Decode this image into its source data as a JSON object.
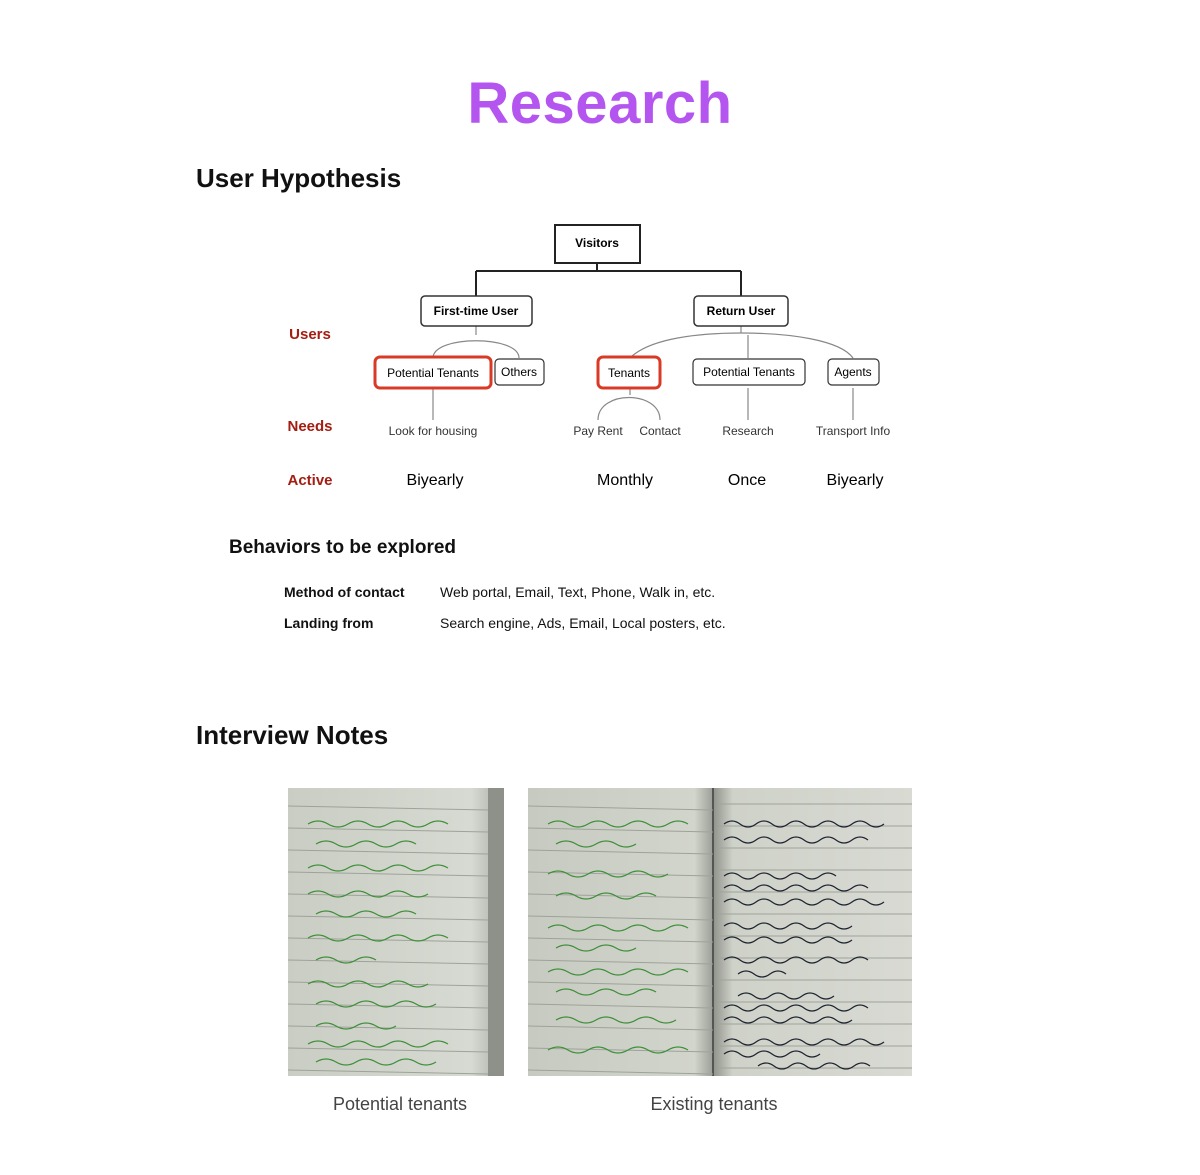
{
  "page": {
    "title": "Research"
  },
  "hypothesis": {
    "heading": "User Hypothesis",
    "row_labels": {
      "users": "Users",
      "needs": "Needs",
      "active": "Active"
    },
    "nodes": {
      "visitors": "Visitors",
      "first_time": "First-time User",
      "return_user": "Return User",
      "potential_tenants": "Potential Tenants",
      "others": "Others",
      "tenants": "Tenants",
      "potential_tenants_return": "Potential Tenants",
      "agents": "Agents"
    },
    "needs": {
      "look_for_housing": "Look for housing",
      "pay_rent": "Pay Rent",
      "contact": "Contact",
      "research": "Research",
      "transport_info": "Transport Info"
    },
    "active": {
      "potential_tenants": "Biyearly",
      "tenants": "Monthly",
      "potential_tenants_return": "Once",
      "agents": "Biyearly"
    },
    "colors": {
      "accent_title": "#b455f0",
      "row_label": "#a31d12",
      "highlight": "#d93a26"
    }
  },
  "behaviors": {
    "heading": "Behaviors to be explored",
    "rows": [
      {
        "label": "Method of contact",
        "value": "Web portal, Email, Text, Phone, Walk in, etc."
      },
      {
        "label": "Landing from",
        "value": "Search engine, Ads, Email, Local posters, etc."
      }
    ]
  },
  "interview": {
    "heading": "Interview Notes",
    "photos": [
      {
        "caption": "Potential tenants"
      },
      {
        "caption": "Existing tenants"
      }
    ]
  }
}
